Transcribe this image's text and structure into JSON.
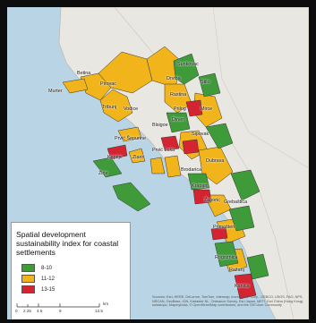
{
  "map": {
    "colors": {
      "sea": "#b9d4e4",
      "land": "#e9e7e1",
      "class_8_10": "#3f9b3a",
      "class_11_12": "#f1b41a",
      "class_13_15": "#d42432"
    },
    "places": [
      "Sunkovac",
      "Stilo",
      "Rastina",
      "Dinen",
      "Prilog",
      "Mirce",
      "Drviba",
      "Betina",
      "Murter",
      "Tribunj",
      "Vodice",
      "Pirovac",
      "Blsigoe",
      "Sipovak",
      "Prvić Šepurine",
      "Zlarin",
      "Prvić Luka",
      "Kaprije",
      "Žirje",
      "Dubrava",
      "Brodarica",
      "Krapanj",
      "Žaboric",
      "Grebaštica",
      "Primošten",
      "Rogoznica",
      "Ražanj",
      "Kanica"
    ]
  },
  "legend": {
    "title": "Spatial development sustainability index for coastal settlements",
    "items": [
      {
        "label": "8-10",
        "color": "#3f9b3a"
      },
      {
        "label": "11-12",
        "color": "#f1b41a"
      },
      {
        "label": "13-15",
        "color": "#d42432"
      }
    ],
    "scale": {
      "ticks": [
        "0",
        "2.25",
        "4.5",
        "9",
        "13.5"
      ],
      "unit": "km"
    }
  },
  "attribution": "Sources: Esri, HERE, DeLorme, TomTom, Intermap, increment P Corp., GEBCO, USGS, FAO, NPS, NRCAN, GeoBase, IGN, Kadaster NL, Ordnance Survey, Esri Japan, METI, Esri China (Hong Kong), swisstopo, MapmyIndia, © OpenStreetMap contributors, and the GIS User Community"
}
